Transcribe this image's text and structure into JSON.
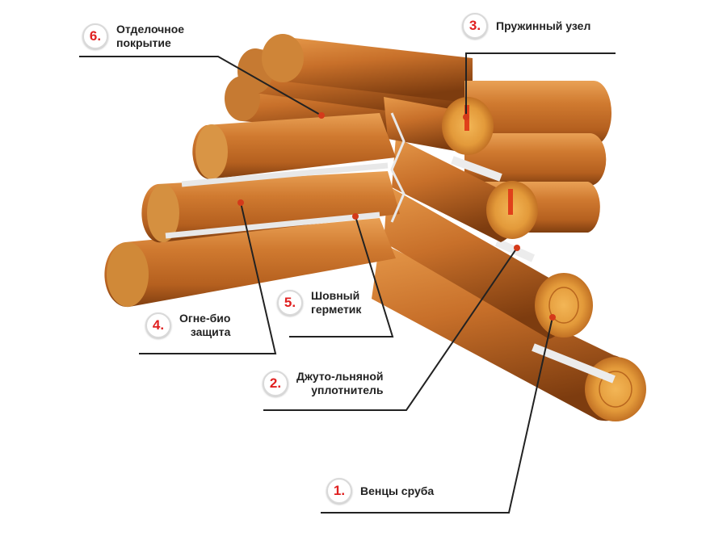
{
  "callouts": [
    {
      "num": "6.",
      "lines": [
        "Отделочное",
        "покрытие"
      ]
    },
    {
      "num": "3.",
      "lines": [
        "Пружинный узел"
      ]
    },
    {
      "num": "5.",
      "lines": [
        "Шовный",
        "герметик"
      ]
    },
    {
      "num": "4.",
      "lines": [
        "Огне-био",
        "защита"
      ]
    },
    {
      "num": "2.",
      "lines": [
        "Джуто-льняной",
        "уплотнитель"
      ]
    },
    {
      "num": "1.",
      "lines": [
        "Венцы сруба"
      ]
    }
  ],
  "colors": {
    "wood_light": "#d98a3c",
    "wood_mid": "#c06a25",
    "wood_dark": "#8c4512",
    "end_grain": "#e8a543",
    "seal": "#e8e8e8",
    "number": "#e02020",
    "line": "#222222"
  }
}
